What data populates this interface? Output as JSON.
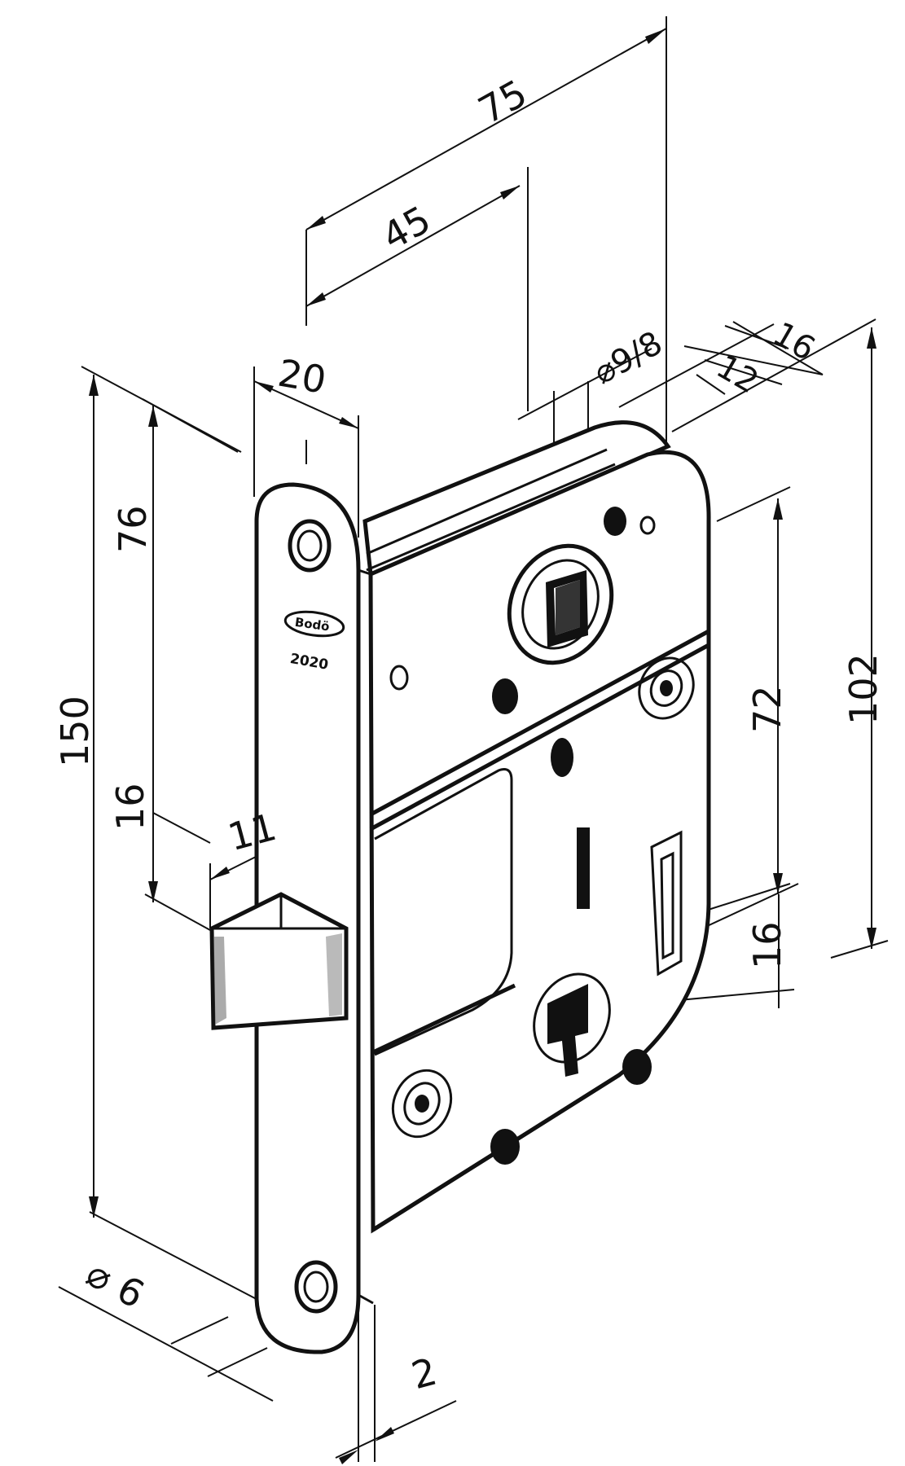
{
  "dimensions": {
    "depth_75": "75",
    "backset_45": "45",
    "forend_width_20": "20",
    "spindle_9_8": "⌀9/8",
    "dim_16_top": "16",
    "dim_12": "12",
    "dim_76": "76",
    "dim_150": "150",
    "dim_16_latch": "16",
    "dim_11": "11",
    "dim_72": "72",
    "dim_102": "102",
    "dim_16_key": "16",
    "screw_hole_6": "⌀ 6",
    "forend_thickness_2": "2"
  },
  "forend": {
    "logo": "Bodö",
    "model": "2020"
  }
}
